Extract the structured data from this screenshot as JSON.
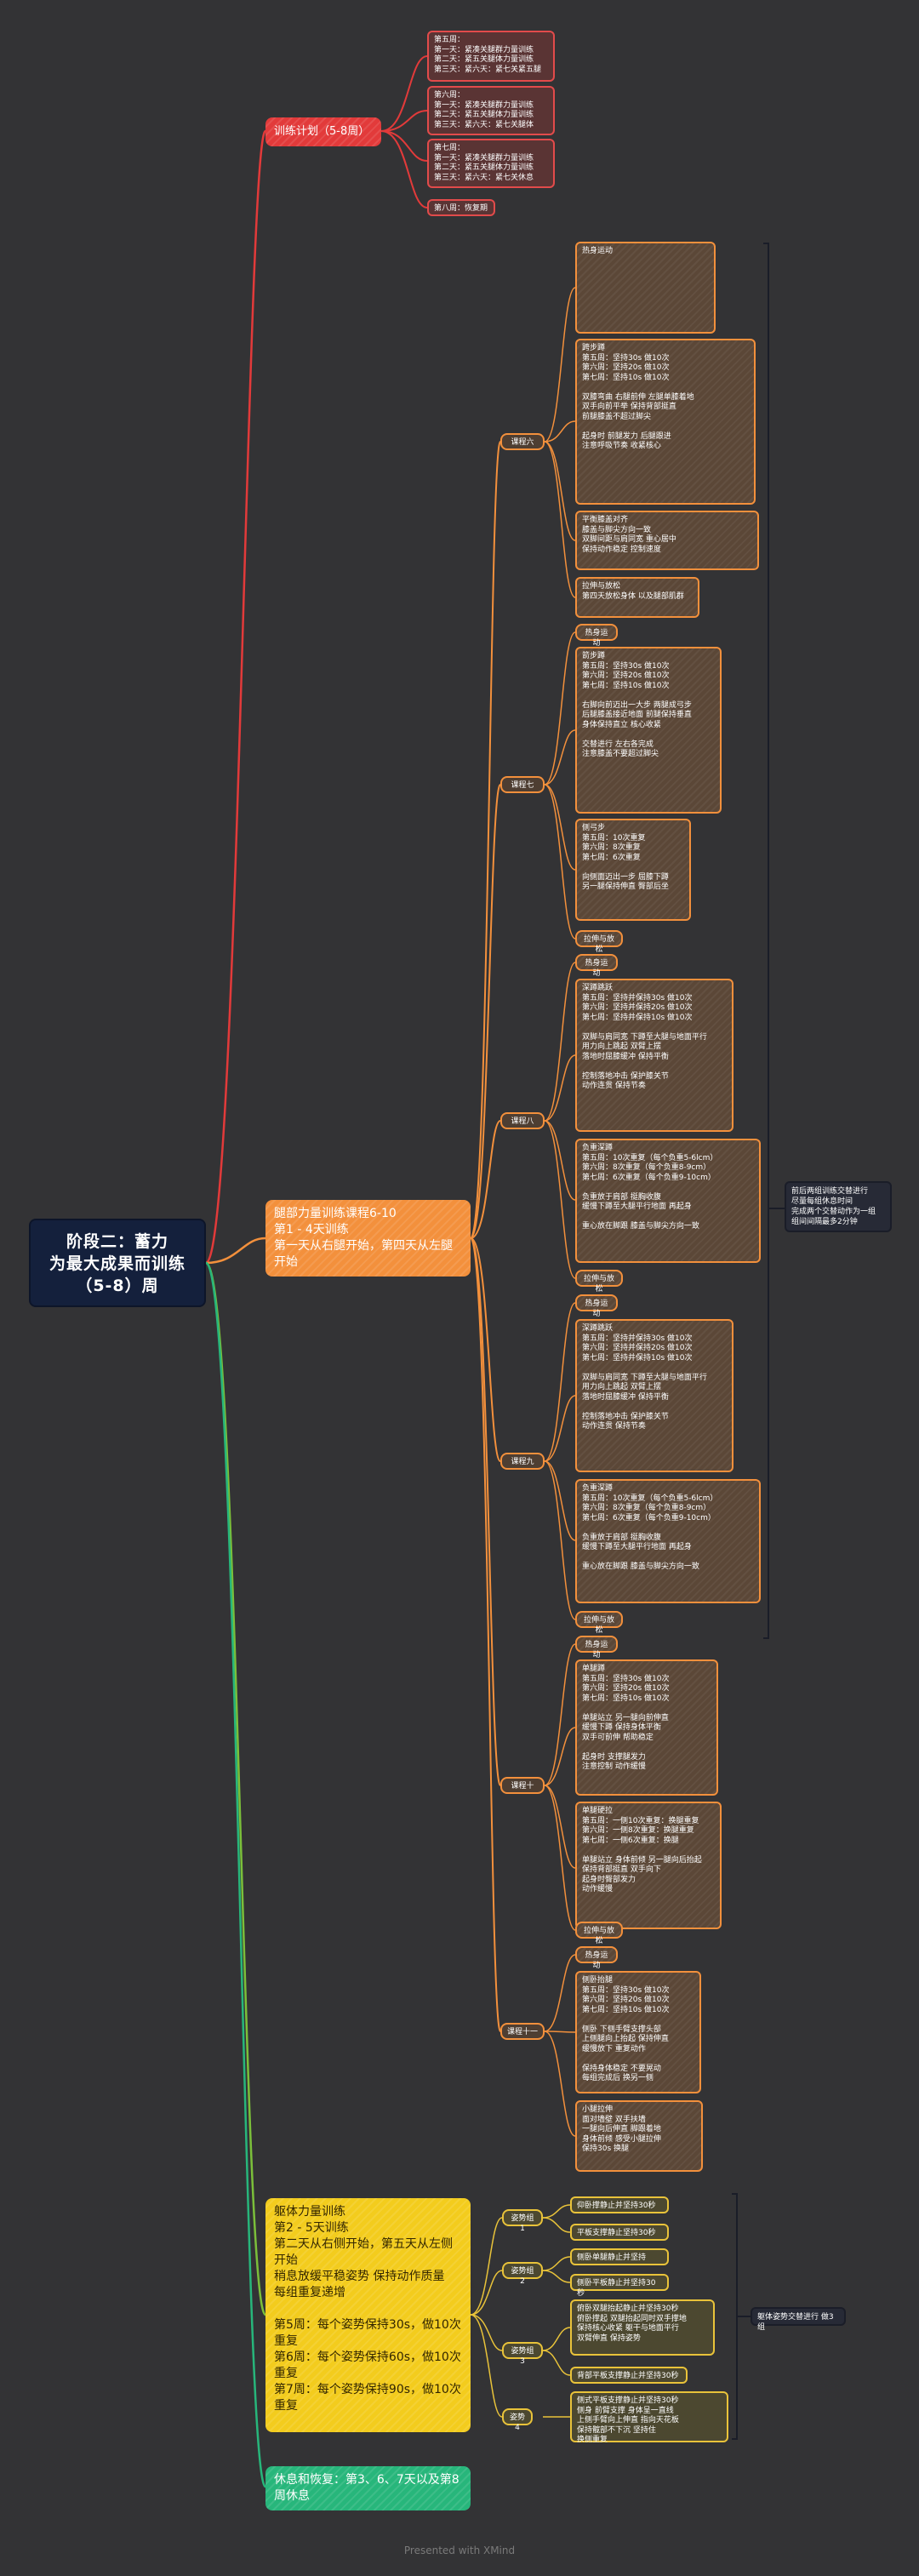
{
  "root": "阶段二：蓄力\n为最大成果而训练\n（5-8）周",
  "branches": {
    "training_plan": {
      "label": "训练计划（5-8周）",
      "items": [
        "第五周：\n第一天：紧凑关腿群力量训练\n第二天：紧五关腿体力量训练\n第三天：紧六天：紧七关紧五腿",
        "第六周：\n第一天：紧凑关腿群力量训练\n第二天：紧五关腿体力量训练\n第三天：紧六天：紧七关腿体",
        "第七周：\n第一天：紧凑关腿群力量训练\n第二天：紧五关腿体力量训练\n第三天：紧六天：紧七关休息",
        "第八周：恢复期"
      ]
    },
    "leg_strength": {
      "label": "腿部力量训练课程6-10\n第1 - 4天训练\n第一天从右腿开始，第四天从左腿开始",
      "course6": {
        "label": "课程六",
        "items": [
          "热身运动",
          "跨步蹲\n第五周：坚持30s 做10次\n第六周：坚持20s 做10次\n第七周：坚持10s 做10次\n\n双膝弯曲 右腿前伸 左腿单膝着地\n双手向前平举 保持背部挺直\n前腿膝盖不超过脚尖\n\n起身时 前腿发力 后腿跟进\n注意呼吸节奏 收紧核心",
          "平衡膝盖对齐\n膝盖与脚尖方向一致\n双脚间距与肩同宽 重心居中\n保持动作稳定 控制速度",
          "拉伸与放松\n第四天放松身体 以及腿部肌群"
        ]
      },
      "course7": {
        "label": "课程七",
        "items": [
          "热身运动",
          "箭步蹲\n第五周：坚持30s 做10次\n第六周：坚持20s 做10次\n第七周：坚持10s 做10次\n\n右脚向前迈出一大步 两腿成弓步\n后腿膝盖接近地面 前腿保持垂直\n身体保持直立 核心收紧\n\n交替进行 左右各完成\n注意膝盖不要超过脚尖",
          "侧弓步\n第五周：10次重复\n第六周：8次重复\n第七周：6次重复\n\n向侧面迈出一步 屈膝下蹲\n另一腿保持伸直 臀部后坐",
          "拉伸与放松"
        ]
      },
      "course8": {
        "label": "课程八",
        "items": [
          "热身运动",
          "深蹲跳跃\n第五周：坚持并保持30s 做10次\n第六周：坚持并保持20s 做10次\n第七周：坚持并保持10s 做10次\n\n双脚与肩同宽 下蹲至大腿与地面平行\n用力向上跳起 双臂上摆\n落地时屈膝缓冲 保持平衡\n\n控制落地冲击 保护膝关节\n动作连贯 保持节奏",
          "负重深蹲\n第五周：10次重复（每个负重5-6lcm）\n第六周：8次重复（每个负重8-9cm）\n第七周：6次重复（每个负重9-10cm）\n\n负重放于肩部 挺胸收腹\n缓慢下蹲至大腿平行地面 再起身\n\n重心放在脚跟 膝盖与脚尖方向一致",
          "拉伸与放松"
        ]
      },
      "course9": {
        "label": "课程九",
        "items": [
          "热身运动",
          "深蹲跳跃\n第五周：坚持并保持30s 做10次\n第六周：坚持并保持20s 做10次\n第七周：坚持并保持10s 做10次\n\n双脚与肩同宽 下蹲至大腿与地面平行\n用力向上跳起 双臂上摆\n落地时屈膝缓冲 保持平衡\n\n控制落地冲击 保护膝关节\n动作连贯 保持节奏",
          "负重深蹲\n第五周：10次重复（每个负重5-6lcm）\n第六周：8次重复（每个负重8-9cm）\n第七周：6次重复（每个负重9-10cm）\n\n负重放于肩部 挺胸收腹\n缓慢下蹲至大腿平行地面 再起身\n\n重心放在脚跟 膝盖与脚尖方向一致",
          "拉伸与放松"
        ]
      },
      "course10": {
        "label": "课程十",
        "items": [
          "热身运动",
          "单腿蹲\n第五周：坚持30s 做10次\n第六周：坚持20s 做10次\n第七周：坚持10s 做10次\n\n单腿站立 另一腿向前伸直\n缓慢下蹲 保持身体平衡\n双手可前伸 帮助稳定\n\n起身时 支撑腿发力\n注意控制 动作缓慢",
          "单腿硬拉\n第五周：一侧10次重复：换腿重复\n第六周：一侧8次重复：换腿重复\n第七周：一侧6次重复：换腿\n\n单腿站立 身体前倾 另一腿向后抬起\n保持背部挺直 双手向下\n起身时臀部发力\n动作缓慢",
          "拉伸与放松"
        ]
      },
      "course11": {
        "label": "课程十一",
        "items": [
          "热身运动",
          "侧卧抬腿\n第五周：坚持30s 做10次\n第六周：坚持20s 做10次\n第七周：坚持10s 做10次\n\n侧卧 下侧手臂支撑头部\n上侧腿向上抬起 保持伸直\n缓慢放下 重复动作\n\n保持身体稳定 不要晃动\n每组完成后 换另一侧",
          "小腿拉伸\n面对墙壁 双手扶墙\n一腿向后伸直 脚跟着地\n身体前倾 感受小腿拉伸\n保持30s 换腿"
        ]
      },
      "note": "前后两组训练交替进行\n尽量每组休息时间\n完成两个交替动作为一组\n组间间隔最多2分钟"
    },
    "core": {
      "label": "躯体力量训练\n第2 - 5天训练\n第二天从右侧开始，第五天从左侧开始\n稍息放缓平稳姿势 保持动作质量\n每组重复递增\n\n第5周：每个姿势保持30s，做10次重复\n第6周：每个姿势保持60s，做10次重复\n第7周：每个姿势保持90s，做10次重复",
      "groups": [
        {
          "label": "姿势组1",
          "items": [
            "仰卧撑静止并坚持30秒",
            "平板支撑静止坚持30秒"
          ]
        },
        {
          "label": "姿势组2",
          "items": [
            "侧卧单腿静止并坚持",
            "侧卧平板静止并坚持30秒"
          ]
        },
        {
          "label": "姿势组3",
          "items": [
            "俯卧双腿抬起静止并坚持30秒\n俯卧撑起 双腿抬起同时双手撑地\n保持核心收紧 躯干与地面平行\n双臂伸直 保持姿势",
            "背部平板支撑静止并坚持30秒"
          ]
        },
        {
          "label": "姿势4",
          "items": [
            "侧式平板支撑静止并坚持30秒\n侧身 前臂支撑 身体呈一直线\n上侧手臂向上伸直 指向天花板\n保持髋部不下沉 坚持住\n换侧重复"
          ]
        }
      ],
      "note": "躯体姿势交替进行 做3组"
    },
    "rest": {
      "label": "休息和恢复：第3、6、7天以及第8周休息"
    }
  },
  "footer": "Presented with XMind",
  "colors": {
    "background": "#333335",
    "root": "#14203c",
    "red": "#e23a3a",
    "orange": "#f3903c",
    "yellow": "#f3cc1d",
    "green": "#27b67b"
  }
}
